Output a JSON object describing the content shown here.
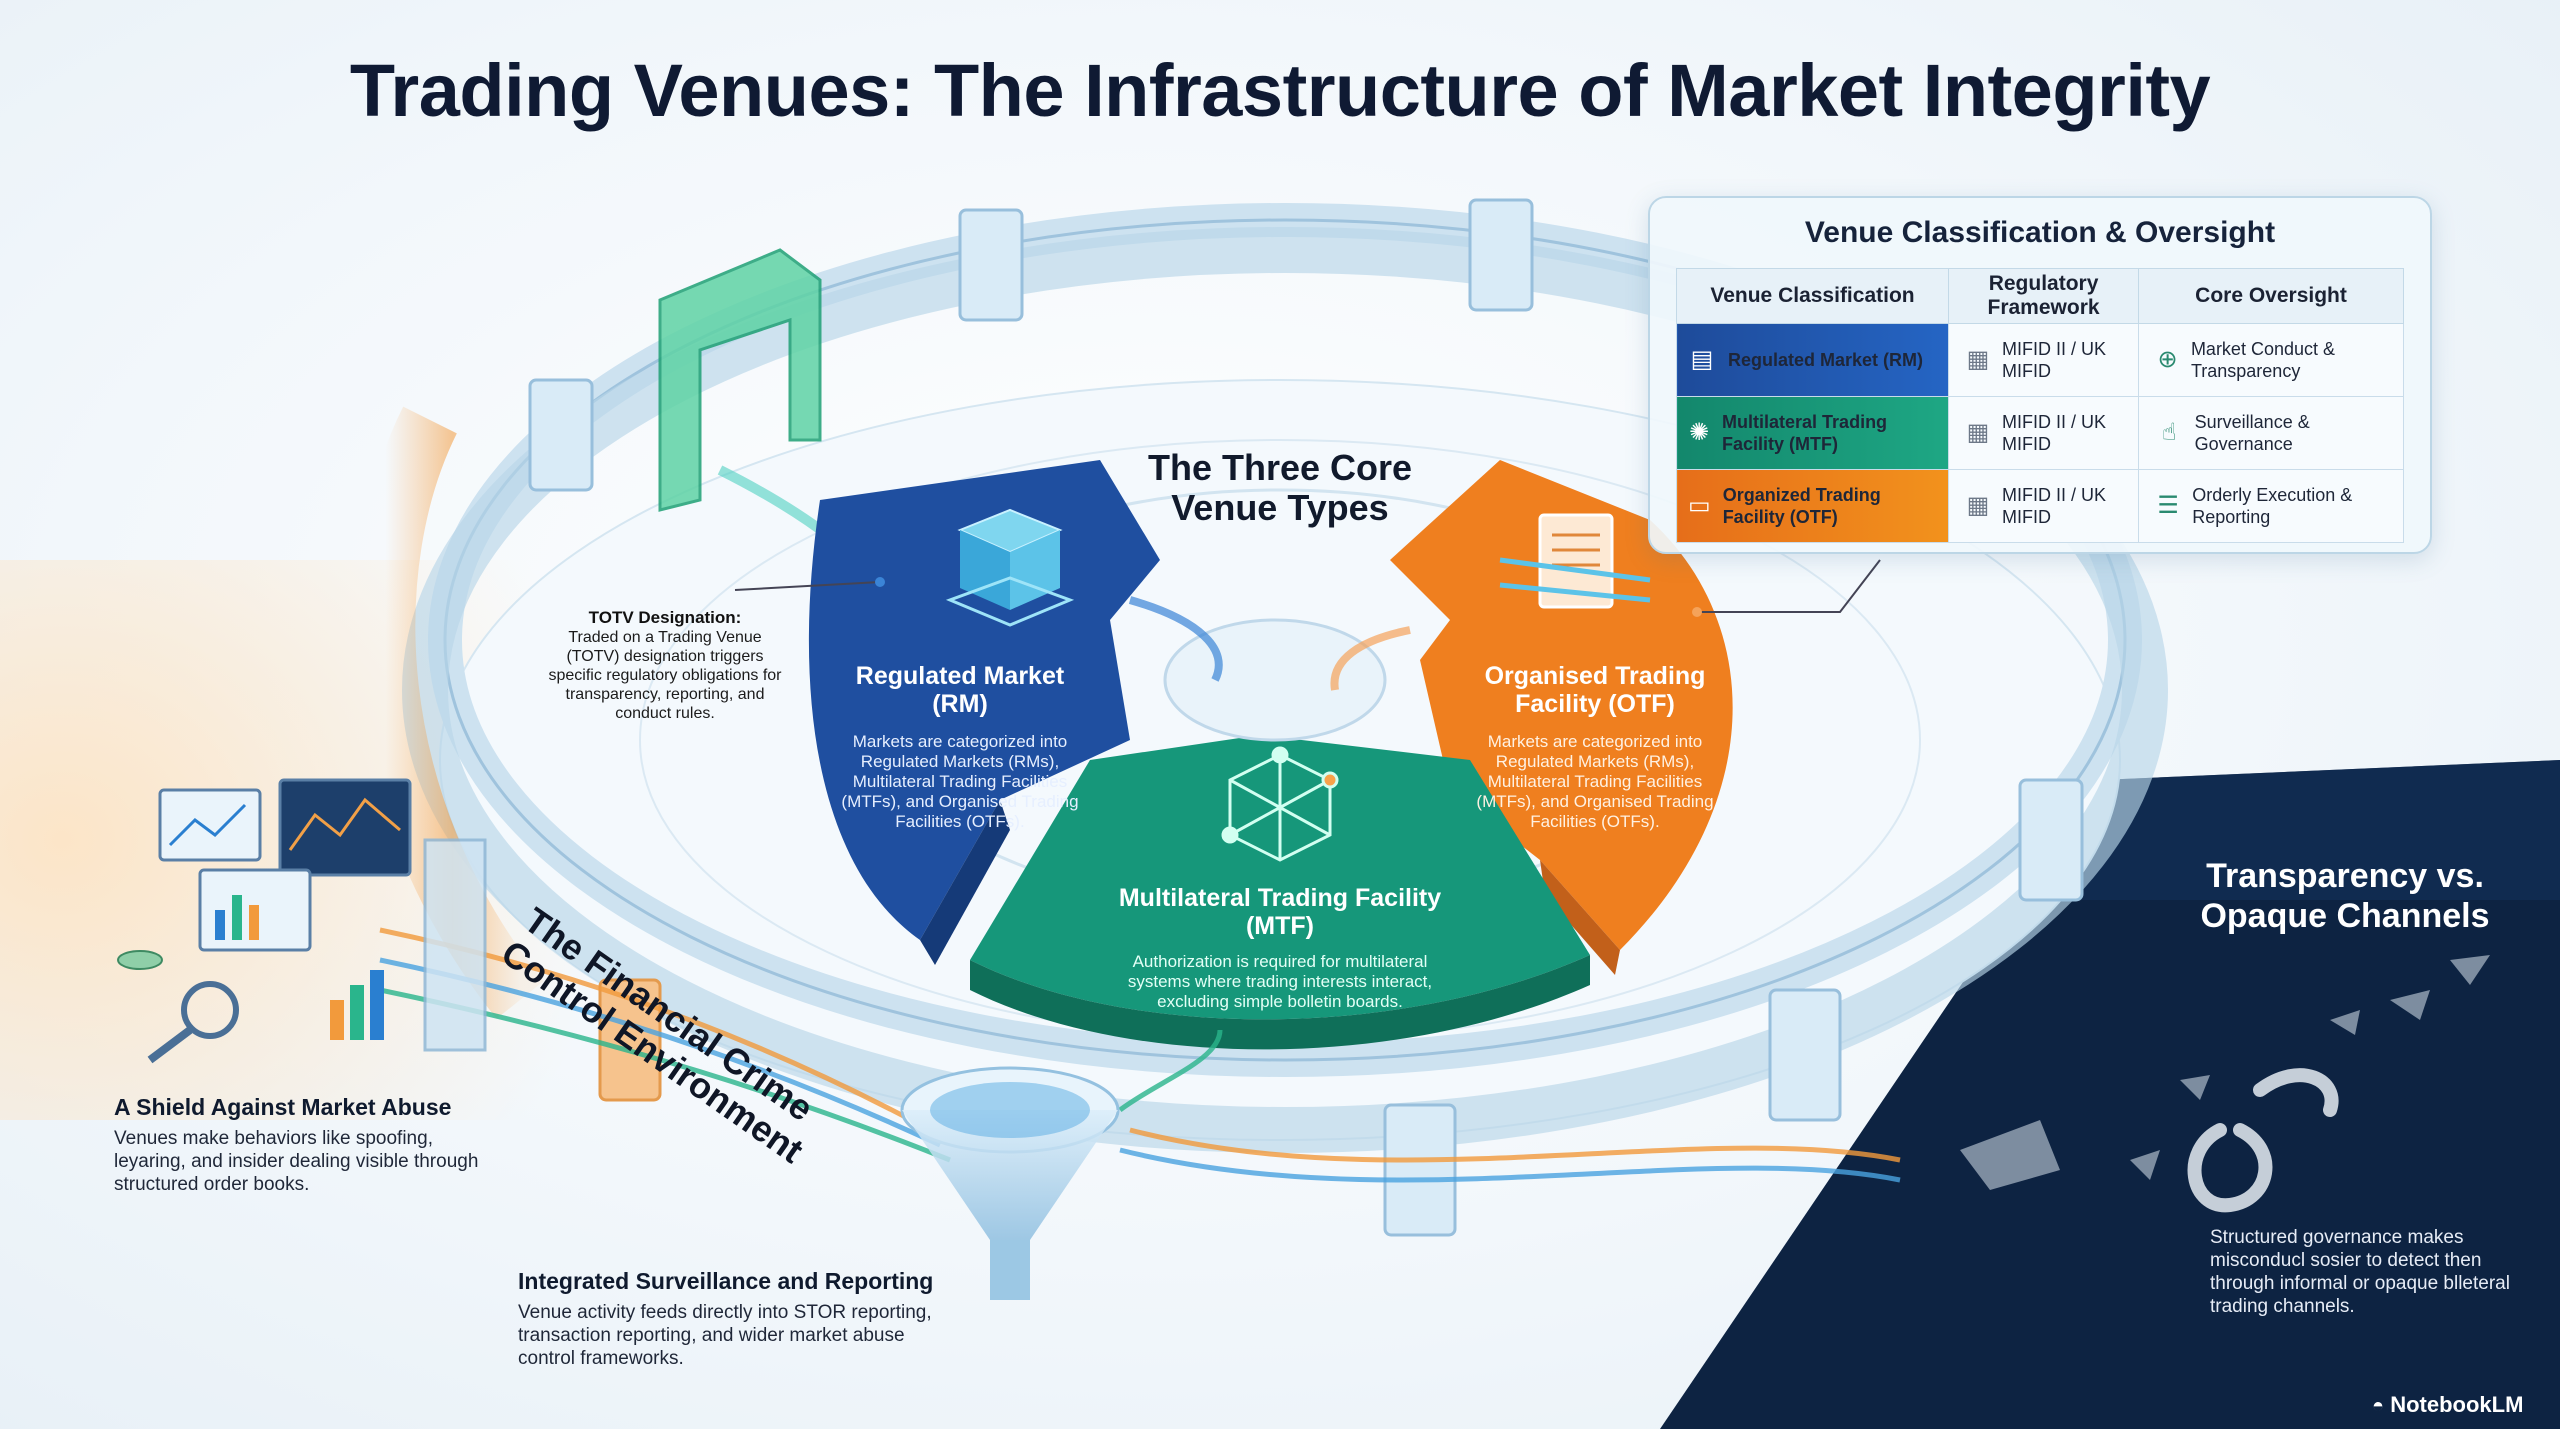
{
  "title": "Trading Venues: The Infrastructure of Market Integrity",
  "panel": {
    "title": "Venue Classification & Oversight",
    "headers": [
      "Venue Classification",
      "Regulatory Framework",
      "Core Oversight"
    ],
    "rows": [
      {
        "classification": "Regulated Market (RM)",
        "framework": "MIFID II / UK MIFID",
        "oversight": "Market Conduct & Transparency",
        "color": "#2060bc"
      },
      {
        "classification": "Multilateral Trading Facility (MTF)",
        "framework": "MIFID II / UK MIFID",
        "oversight": "Surveillance & Governance",
        "color": "#169a79"
      },
      {
        "classification": "Organized Trading Facility (OTF)",
        "framework": "MIFID II / UK MIFID",
        "oversight": "Orderly Execution & Reporting",
        "color": "#ee8420"
      }
    ]
  },
  "core": {
    "title": "The Three Core Venue Types",
    "rm": {
      "heading": "Regulated Market (RM)",
      "text": "Markets are categorized into Regulated Markets (RMs), Multilateral Trading Facilities (MTFs), and Organised Trading Facilities (OTFs).",
      "color": "#1f4fa0"
    },
    "otf": {
      "heading": "Organised Trading Facility (OTF)",
      "text": "Markets are categorized into Regulated Markets (RMs), Multilateral Trading Facilities (MTFs), and Organised Trading Facilities (OTFs).",
      "color": "#ef7f1f"
    },
    "mtf": {
      "heading": "Multilateral Trading Facility (MTF)",
      "text": "Authorization is required for multilateral systems where trading interests interact, excluding simple bolletin boards.",
      "color": "#16977a"
    }
  },
  "totv": {
    "heading": "TOTV Designation:",
    "text": "Traded on a Trading Venue (TOTV) designation triggers specific regulatory obligations for transparency, reporting, and conduct rules."
  },
  "financial_crime": "The Financial Crime Control Environment",
  "shield": {
    "heading": "A Shield Against Market Abuse",
    "text": "Venues make behaviors like spoofing, leyaring, and insider dealing visible through structured order books."
  },
  "surveillance": {
    "heading": "Integrated Surveillance and Reporting",
    "text": "Venue activity feeds directly into STOR reporting, transaction reporting, and wider market abuse control frameworks."
  },
  "transparency": {
    "heading": "Transparency vs. Opaque Channels",
    "text": "Structured governance makes misconducl sosier to detect then through informal or opaque blleteral trading channels."
  },
  "brand": "NotebookLM",
  "colors": {
    "navy": "#0f1a33",
    "blue": "#1f4fa0",
    "green": "#16977a",
    "orange": "#ef7f1f",
    "dark_panel": "#0d2342"
  }
}
